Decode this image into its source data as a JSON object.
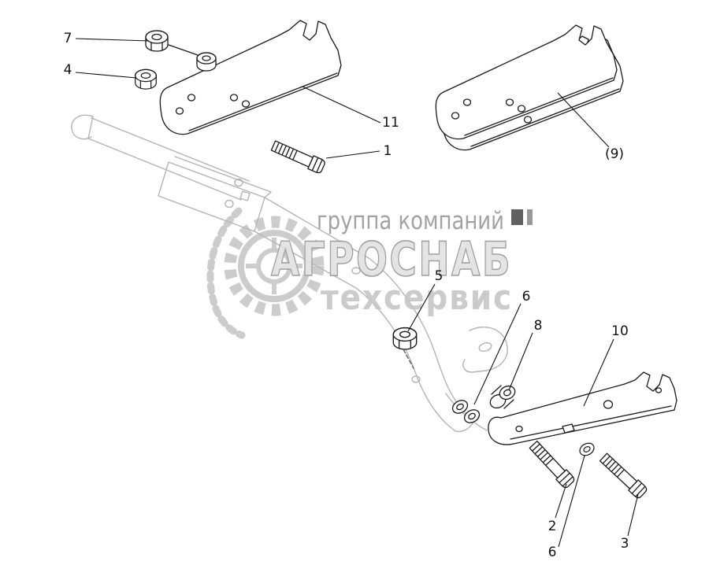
{
  "page": {
    "background": "#ffffff"
  },
  "diagram": {
    "type": "exploded-parts-diagram",
    "ink_color": "#1a1a1a",
    "frame_color": "#b4b4b4"
  },
  "watermark": {
    "line1": "группа компаний",
    "line2": "АГРОСНАБ",
    "line3": "техсервис",
    "text_color": "#999999",
    "big_text_fill": "#e2e2e2",
    "big_text_stroke": "#969696"
  },
  "callouts": [
    {
      "id": "7"
    },
    {
      "id": "4"
    },
    {
      "id": "11"
    },
    {
      "id": "1"
    },
    {
      "id": "(9)"
    },
    {
      "id": "5"
    },
    {
      "id": "6"
    },
    {
      "id": "8"
    },
    {
      "id": "10"
    },
    {
      "id": "2"
    },
    {
      "id": "6"
    },
    {
      "id": "3"
    }
  ]
}
